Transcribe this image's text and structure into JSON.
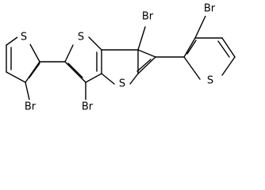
{
  "molecule": {
    "atoms": {
      "s_left_thiophene": "S",
      "br_left_thiophene": "Br",
      "s_core_top": "S",
      "s_core_bottom": "S",
      "br_core_top": "Br",
      "br_core_bottom": "Br",
      "s_right_thiophene": "S",
      "br_right_thiophene": "Br"
    }
  }
}
